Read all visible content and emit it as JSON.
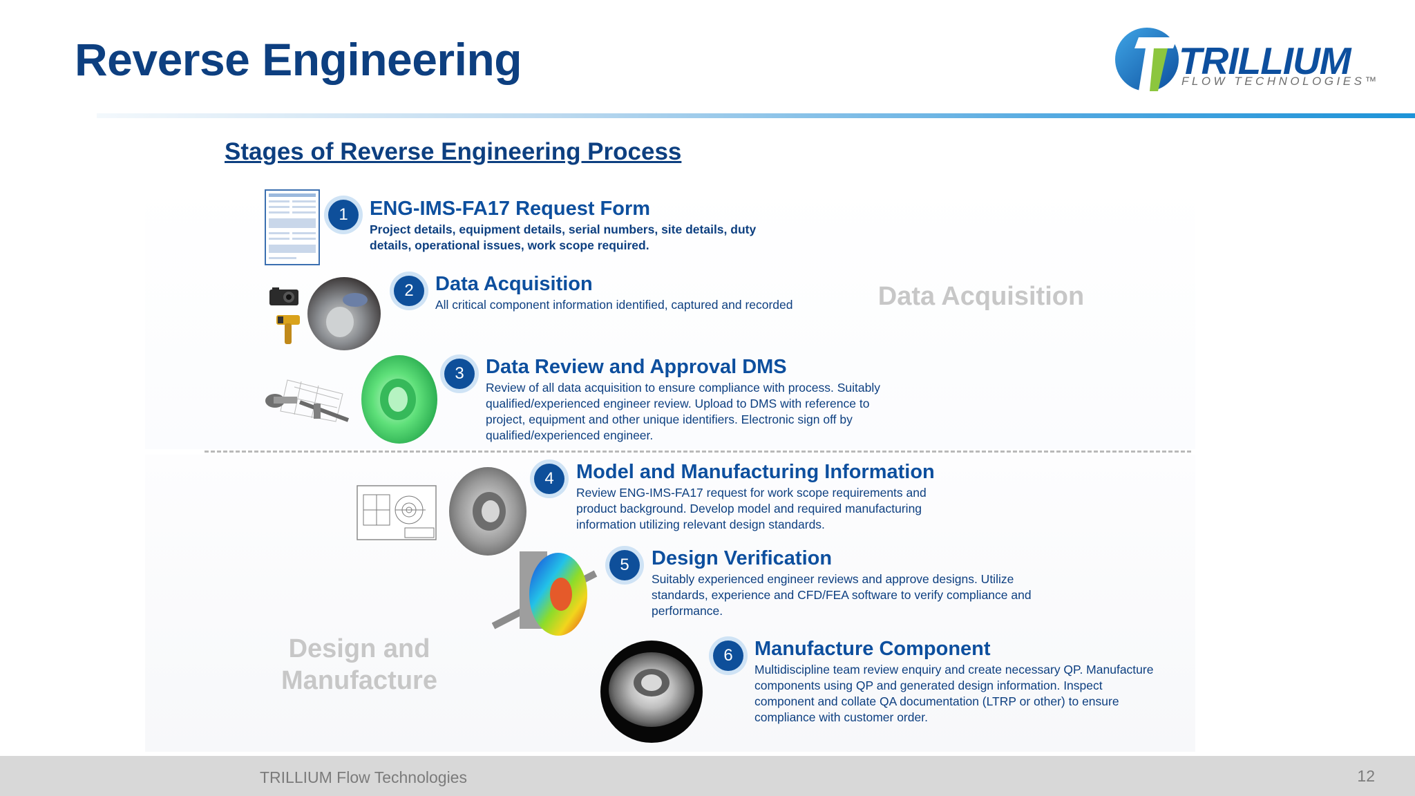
{
  "header": {
    "title": "Reverse Engineering",
    "logo": {
      "word": "TRILLIUM",
      "sub": "FLOW TECHNOLOGIES™"
    }
  },
  "subtitle": "Stages of Reverse Engineering Process",
  "section_labels": {
    "data_acquisition": "Data Acquisition",
    "design_manufacture": "Design and Manufacture"
  },
  "steps": [
    {
      "num": "1",
      "title": "ENG-IMS-FA17 Request Form",
      "desc": "Project details, equipment details, serial numbers, site details, duty details, operational issues, work scope required."
    },
    {
      "num": "2",
      "title": "Data Acquisition",
      "desc": "All critical component information identified, captured and recorded"
    },
    {
      "num": "3",
      "title": "Data Review and Approval DMS",
      "desc": "Review of all data acquisition to ensure compliance with process. Suitably qualified/experienced engineer review. Upload to DMS with reference to project, equipment and other unique identifiers. Electronic sign off by qualified/experienced engineer."
    },
    {
      "num": "4",
      "title": "Model and Manufacturing Information",
      "desc": "Review ENG-IMS-FA17 request for work scope requirements and product background. Develop model and required manufacturing information utilizing relevant design standards."
    },
    {
      "num": "5",
      "title": "Design Verification",
      "desc": "Suitably experienced engineer reviews and approve designs. Utilize standards, experience and CFD/FEA software to verify compliance and performance."
    },
    {
      "num": "6",
      "title": "Manufacture Component",
      "desc": "Multidiscipline team review enquiry and create necessary QP. Manufacture components using QP and generated design information. Inspect component and collate QA documentation (LTRP or other) to ensure compliance with customer order."
    }
  ],
  "footer": {
    "company": "TRILLIUM Flow Technologies",
    "page": "12"
  },
  "colors": {
    "primary": "#0d4f9e",
    "accent": "#1d93d8",
    "label_gray": "#c7c7c7"
  }
}
